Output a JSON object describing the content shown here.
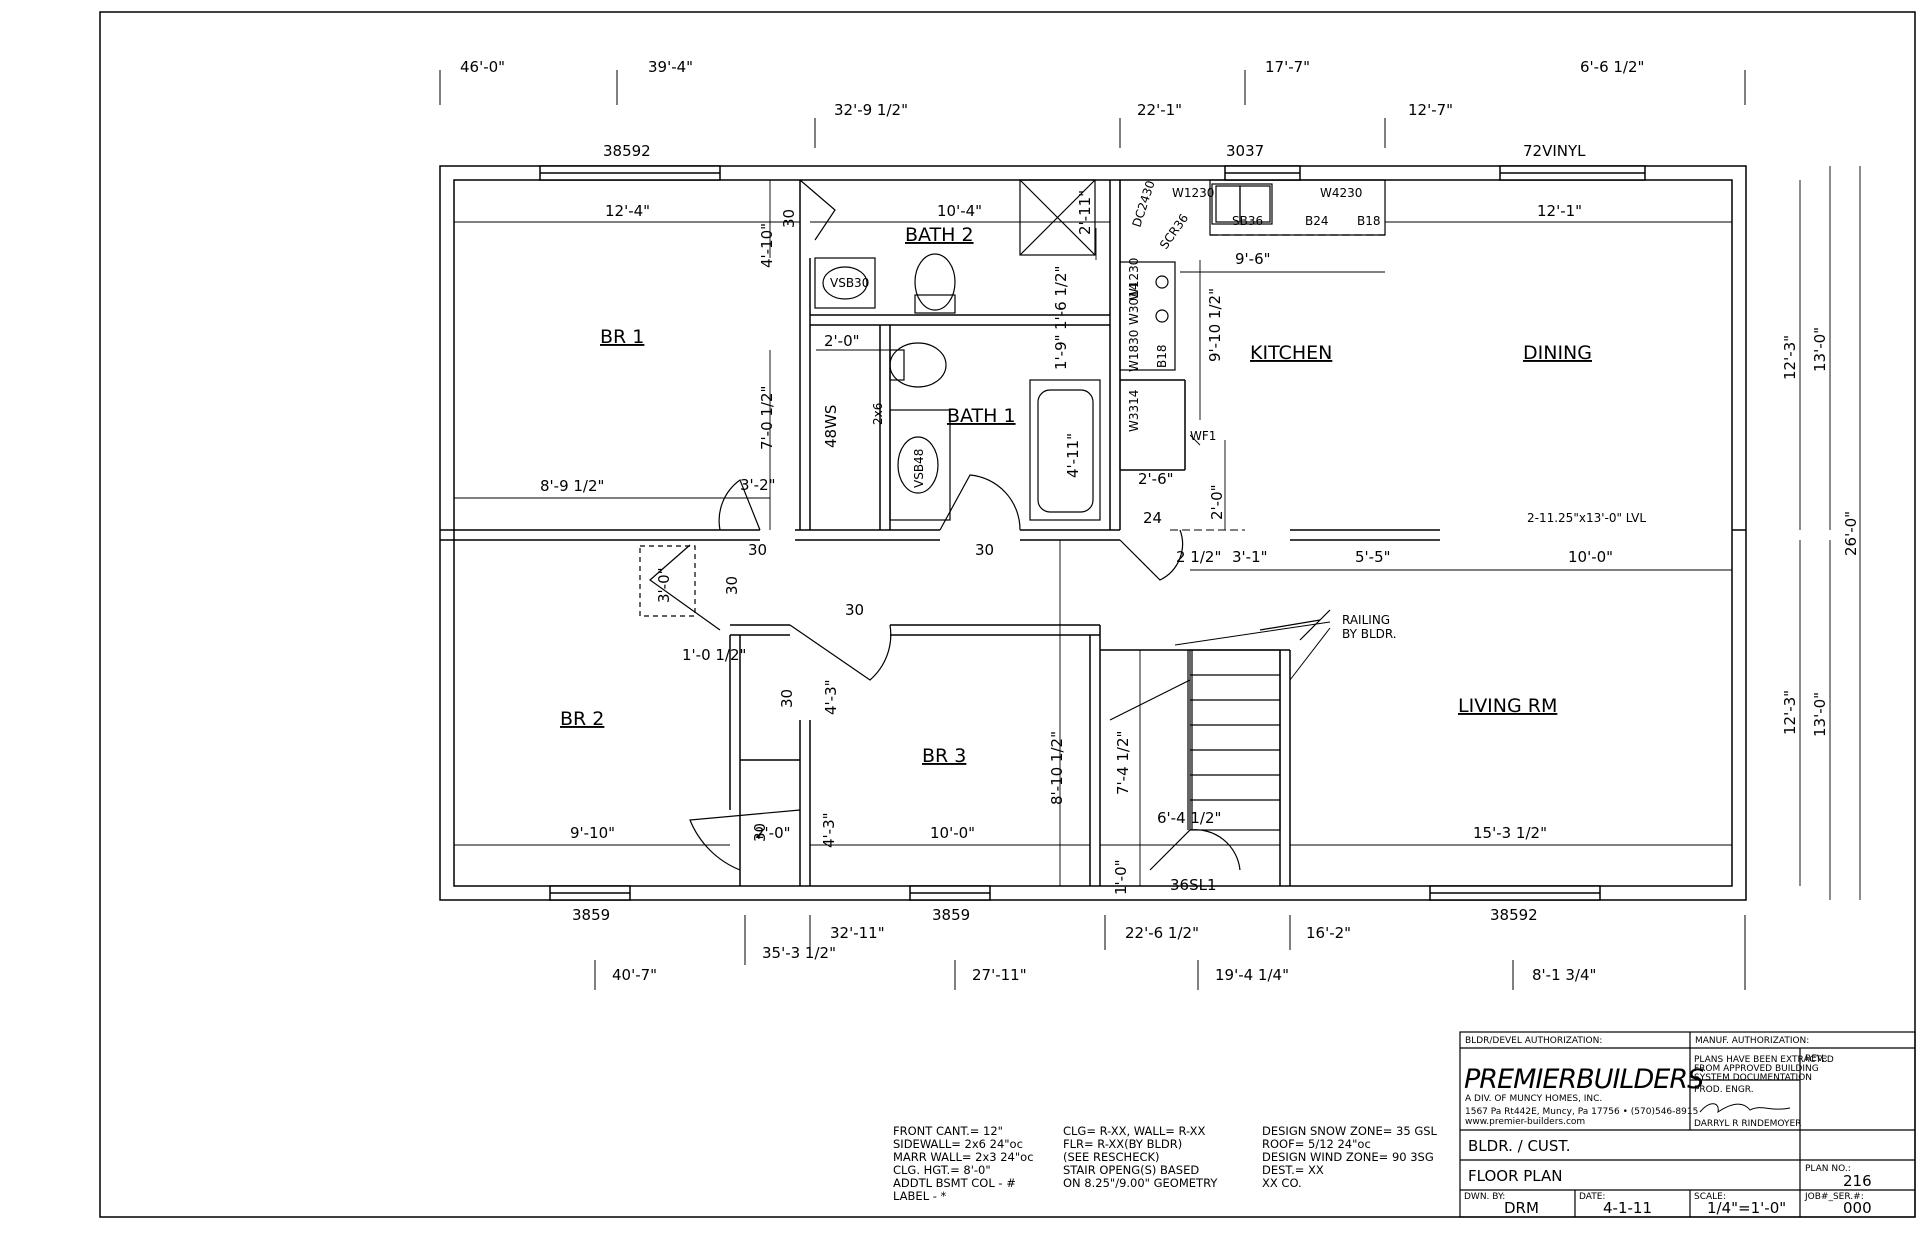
{
  "rooms": {
    "br1": "BR 1",
    "bath2": "BATH 2",
    "bath1": "BATH 1",
    "kitchen": "KITCHEN",
    "dining": "DINING",
    "br2": "BR 2",
    "br3": "BR 3",
    "living": "LIVING RM"
  },
  "exterior_dims": {
    "top_row1": [
      "46'-0\"",
      "39'-4\"",
      "17'-7\"",
      "6'-6 1/2\""
    ],
    "top_row2": [
      "32'-9 1/2\"",
      "22'-1\"",
      "12'-7\""
    ],
    "bottom_row1": [
      "32'-11\"",
      "22'-6 1/2\"",
      "16'-2\""
    ],
    "bottom_row2": [
      "35'-3 1/2\""
    ],
    "bottom_row3": [
      "40'-7\"",
      "27'-11\"",
      "19'-4 1/4\"",
      "8'-1 3/4\""
    ],
    "right": [
      "12'-3\"",
      "13'-0\"",
      "26'-0\"",
      "12'-3\"",
      "13'-0\""
    ]
  },
  "windows": {
    "top": [
      "38592",
      "3037",
      "72VINYL"
    ],
    "bottom": [
      "3859",
      "3859",
      "38592"
    ]
  },
  "interior_dims": [
    "12'-4\"",
    "10'-4\"",
    "12'-1\"",
    "9'-6\"",
    "4'-10\"",
    "30",
    "7'-0 1/2\"",
    "8'-9 1/2\"",
    "3'-2\"",
    "2'-0\"",
    "48WS",
    "2x6",
    "1'-6 1/2\"",
    "1'-9\"",
    "4'-11\"",
    "2'-11\"",
    "9'-10 1/2\"",
    "2'-6\"",
    "2'-0\"",
    "24",
    "30",
    "30",
    "30",
    "30",
    "3'-0\"",
    "2 1/2\"",
    "3'-1\"",
    "5'-5\"",
    "10'-0\"",
    "1'-0 1/2\"",
    "30",
    "4'-3\"",
    "8'-10 1/2\"",
    "7'-4 1/2\"",
    "9'-10\"",
    "30",
    "2'-0\"",
    "4'-3\"",
    "10'-0\"",
    "6'-4 1/2\"",
    "15'-3 1/2\"",
    "1'-0\"",
    "36SL1"
  ],
  "fixtures": [
    "VSB30",
    "VSB48",
    "DC2430",
    "W1230",
    "SCR36",
    "SB36",
    "B24",
    "B18",
    "W4230",
    "W1230",
    "W3014",
    "W1830",
    "B18",
    "W3314",
    "WF1"
  ],
  "beam_label": "2-11.25\"x13'-0\" LVL",
  "railing_note": [
    "RAILING",
    "BY BLDR."
  ],
  "notes": {
    "col1": [
      "FRONT CANT.= 12\"",
      "SIDEWALL=  2x6 24\"oc",
      "MARR WALL= 2x3 24\"oc",
      "CLG. HGT.=  8'-0\"",
      "ADDTL BSMT COL - #",
      "LABEL - *"
    ],
    "col2": [
      "CLG= R-XX, WALL= R-XX",
      "  FLR= R-XX(BY BLDR)",
      "  (SEE RESCHECK)",
      "STAIR OPENG(S) BASED",
      "  ON 8.25\"/9.00\" GEOMETRY"
    ],
    "col3": [
      "DESIGN SNOW ZONE= 35 GSL",
      "ROOF= 5/12 24\"oc",
      "DESIGN WIND ZONE= 90 3SG",
      "DEST.= XX",
      "       XX CO."
    ]
  },
  "title_block": {
    "bldr_auth": "BLDR/DEVEL AUTHORIZATION:",
    "manuf_auth": "MANUF. AUTHORIZATION:",
    "company": "PREMIERBUILDERS",
    "division": "A DIV. OF MUNCY HOMES, INC.",
    "address": "1567 Pa Rt442E, Muncy, Pa 17756  • (570)546-8915",
    "website": "www.premier-builders.com",
    "extract_note": [
      "PLANS HAVE BEEN EXTRACTED",
      "FROM APPROVED BUILDING",
      "SYSTEM DOCUMENTATION"
    ],
    "prod_engr": "PROD. ENGR.",
    "engr_name": "DARRYL R RINDEMOYER",
    "rev_label": "REV.:",
    "customer": "BLDR. / CUST.",
    "sheet_title": "FLOOR PLAN",
    "plan_no_label": "PLAN NO.:",
    "plan_no": "216",
    "dwn_by_label": "DWN. BY:",
    "dwn_by": "DRM",
    "date_label": "DATE:",
    "date": "4-1-11",
    "scale_label": "SCALE:",
    "scale": "1/4\"=1'-0\"",
    "job_label": "JOB#_SER.#:",
    "job": "000"
  }
}
